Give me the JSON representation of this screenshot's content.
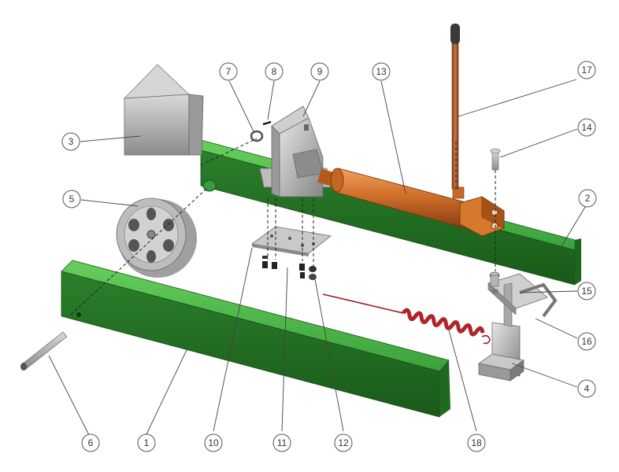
{
  "diagram": {
    "callouts": [
      {
        "id": "1",
        "label": "1"
      },
      {
        "id": "2",
        "label": "2"
      },
      {
        "id": "3",
        "label": "3"
      },
      {
        "id": "4",
        "label": "4"
      },
      {
        "id": "5",
        "label": "5"
      },
      {
        "id": "6",
        "label": "6"
      },
      {
        "id": "7",
        "label": "7"
      },
      {
        "id": "8",
        "label": "8"
      },
      {
        "id": "9",
        "label": "9"
      },
      {
        "id": "10",
        "label": "10"
      },
      {
        "id": "11",
        "label": "11"
      },
      {
        "id": "12",
        "label": "12"
      },
      {
        "id": "13",
        "label": "13"
      },
      {
        "id": "14",
        "label": "14"
      },
      {
        "id": "15",
        "label": "15"
      },
      {
        "id": "16",
        "label": "16"
      },
      {
        "id": "17",
        "label": "17"
      },
      {
        "id": "18",
        "label": "18"
      }
    ],
    "colors": {
      "beam_green": "#2f8a2f",
      "beam_green_light": "#57c24f",
      "beam_green_dark": "#1f5f1f",
      "cylinder_orange": "#c8641f",
      "cylinder_orange_dark": "#8a3d10",
      "steel_grey": "#b9b9b9",
      "steel_grey_dark": "#7d7d7d",
      "spring_red": "#b0242a",
      "handle_brown": "#a0582a"
    }
  }
}
